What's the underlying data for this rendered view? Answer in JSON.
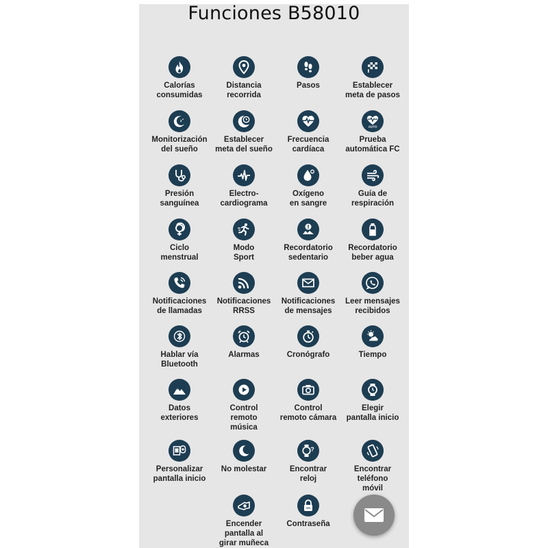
{
  "title": "Funciones B58010",
  "colors": {
    "icon_bg": "#1d3d52",
    "panel_bg": "#e6e6e6",
    "fab_bg": "#8a8a8a"
  },
  "features": [
    {
      "label": "Calorías\nconsumidas",
      "icon": "flame-icon"
    },
    {
      "label": "Distancia\nrecorrida",
      "icon": "location-pin-icon"
    },
    {
      "label": "Pasos",
      "icon": "footprints-icon"
    },
    {
      "label": "Establecer\nmeta de pasos",
      "icon": "finish-flag-icon"
    },
    {
      "label": "Monitorización\ndel sueño",
      "icon": "moon-sleep-icon"
    },
    {
      "label": "Establecer\nmeta del sueño",
      "icon": "moon-clock-icon"
    },
    {
      "label": "Frecuencia\ncardíaca",
      "icon": "heart-pulse-icon"
    },
    {
      "label": "Prueba\nautomática FC",
      "icon": "heart-auto-icon"
    },
    {
      "label": "Presión\nsanguínea",
      "icon": "stethoscope-icon"
    },
    {
      "label": "Electro-\ncardiograma",
      "icon": "ecg-wave-icon"
    },
    {
      "label": "Oxígeno\nen sangre",
      "icon": "oxygen-drop-icon"
    },
    {
      "label": "Guía de\nrespiración",
      "icon": "wind-icon"
    },
    {
      "label": "Ciclo\nmenstrual",
      "icon": "female-symbol-icon"
    },
    {
      "label": "Modo\nSport",
      "icon": "runner-icon"
    },
    {
      "label": "Recordatorio\nsedentario",
      "icon": "sedentary-alert-icon"
    },
    {
      "label": "Recordatorio\nbeber agua",
      "icon": "water-bottle-icon"
    },
    {
      "label": "Notificaciones\nde llamadas",
      "icon": "phone-call-icon"
    },
    {
      "label": "Notificaciones\nRRSS",
      "icon": "rss-icon"
    },
    {
      "label": "Notificaciones\nde mensajes",
      "icon": "envelope-icon"
    },
    {
      "label": "Leer mensajes\nrecibidos",
      "icon": "whatsapp-icon"
    },
    {
      "label": "Hablar vía\nBluetooth",
      "icon": "bluetooth-talk-icon"
    },
    {
      "label": "Alarmas",
      "icon": "alarm-clock-icon"
    },
    {
      "label": "Cronógrafo",
      "icon": "stopwatch-icon"
    },
    {
      "label": "Tiempo",
      "icon": "weather-icon"
    },
    {
      "label": "Datos\nexteriores",
      "icon": "mountain-icon"
    },
    {
      "label": "Control\nremoto\nmúsica",
      "icon": "play-icon"
    },
    {
      "label": "Control\nremoto cámara",
      "icon": "camera-icon"
    },
    {
      "label": "Elegir\npantalla inicio",
      "icon": "watch-face-icon"
    },
    {
      "label": "Personalizar\npantalla inicio",
      "icon": "customize-screen-icon"
    },
    {
      "label": "No molestar",
      "icon": "crescent-moon-icon"
    },
    {
      "label": "Encontrar\nreloj",
      "icon": "find-watch-icon"
    },
    {
      "label": "Encontrar\nteléfono\nmóvil",
      "icon": "find-phone-icon"
    },
    {
      "label": "Encender\npantalla al\ngirar muñeca",
      "icon": "wrist-raise-icon"
    },
    {
      "label": "Contraseña",
      "icon": "padlock-icon"
    }
  ],
  "fab": {
    "icon": "mail-icon"
  }
}
